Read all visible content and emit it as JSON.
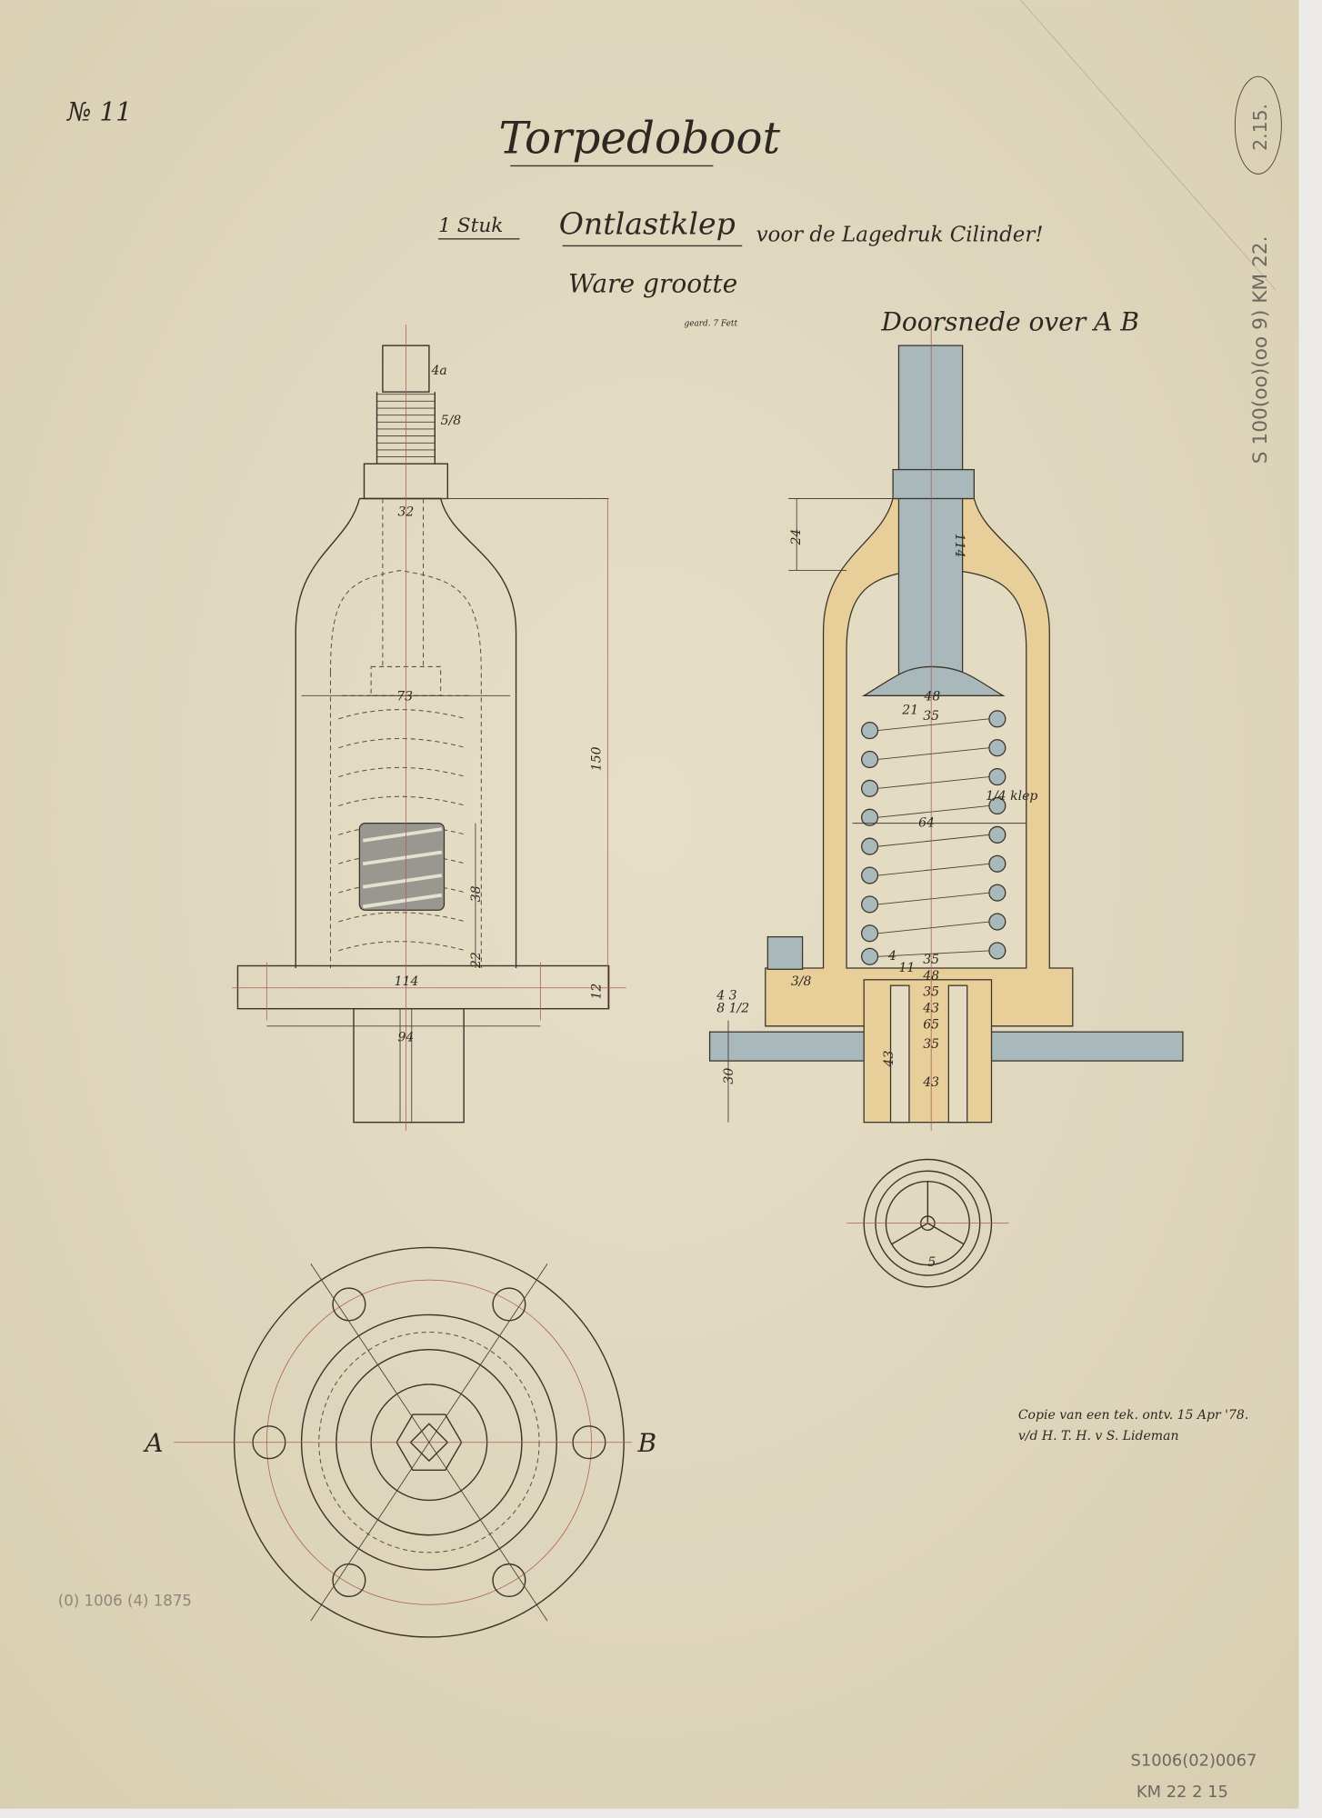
{
  "sheet": {
    "number": "№ 11",
    "title": "Torpedoboot",
    "subtitle_qty": "1 Stuk",
    "subtitle_part": "Ontlastklep",
    "subtitle_rest": "voor de Lagedruk Cilinder!",
    "scale": "Ware grootte",
    "stamp_small": "geard. 7 Fett",
    "section_title": "Doorsnede over A B",
    "section_marks": {
      "a": "A",
      "b": "B"
    },
    "copy_note_1": "Copie van een tek. ontv. 15 Apr '78.",
    "copy_note_2": "v/d H. T. H. v S. Lideman",
    "archive_circle": "2.15.",
    "archive_vertical": "S 100(oo)(oo 9) KM 22.",
    "archive_bottom_1": "S1006(02)0067",
    "archive_bottom_2": "KM 22 2 15",
    "faint_stamp": "(0) 1006 (4) 1875"
  },
  "dimensions": {
    "left": [
      "4a",
      "5/8",
      "32",
      "73",
      "150",
      "38",
      "22",
      "114",
      "12",
      "94"
    ],
    "right": [
      "24",
      "114",
      "21",
      "48",
      "35",
      "64",
      "1/4 klep",
      "3/8",
      "11",
      "4",
      "35",
      "48",
      "35",
      "43",
      "65",
      "35",
      "43",
      "4 3",
      "8 1/2",
      "43",
      "30",
      "5"
    ]
  },
  "colors": {
    "paper": "#e3dbc2",
    "brass": "#e8cf9a",
    "steel": "#a9b8bb",
    "ink": "#3a342a"
  }
}
